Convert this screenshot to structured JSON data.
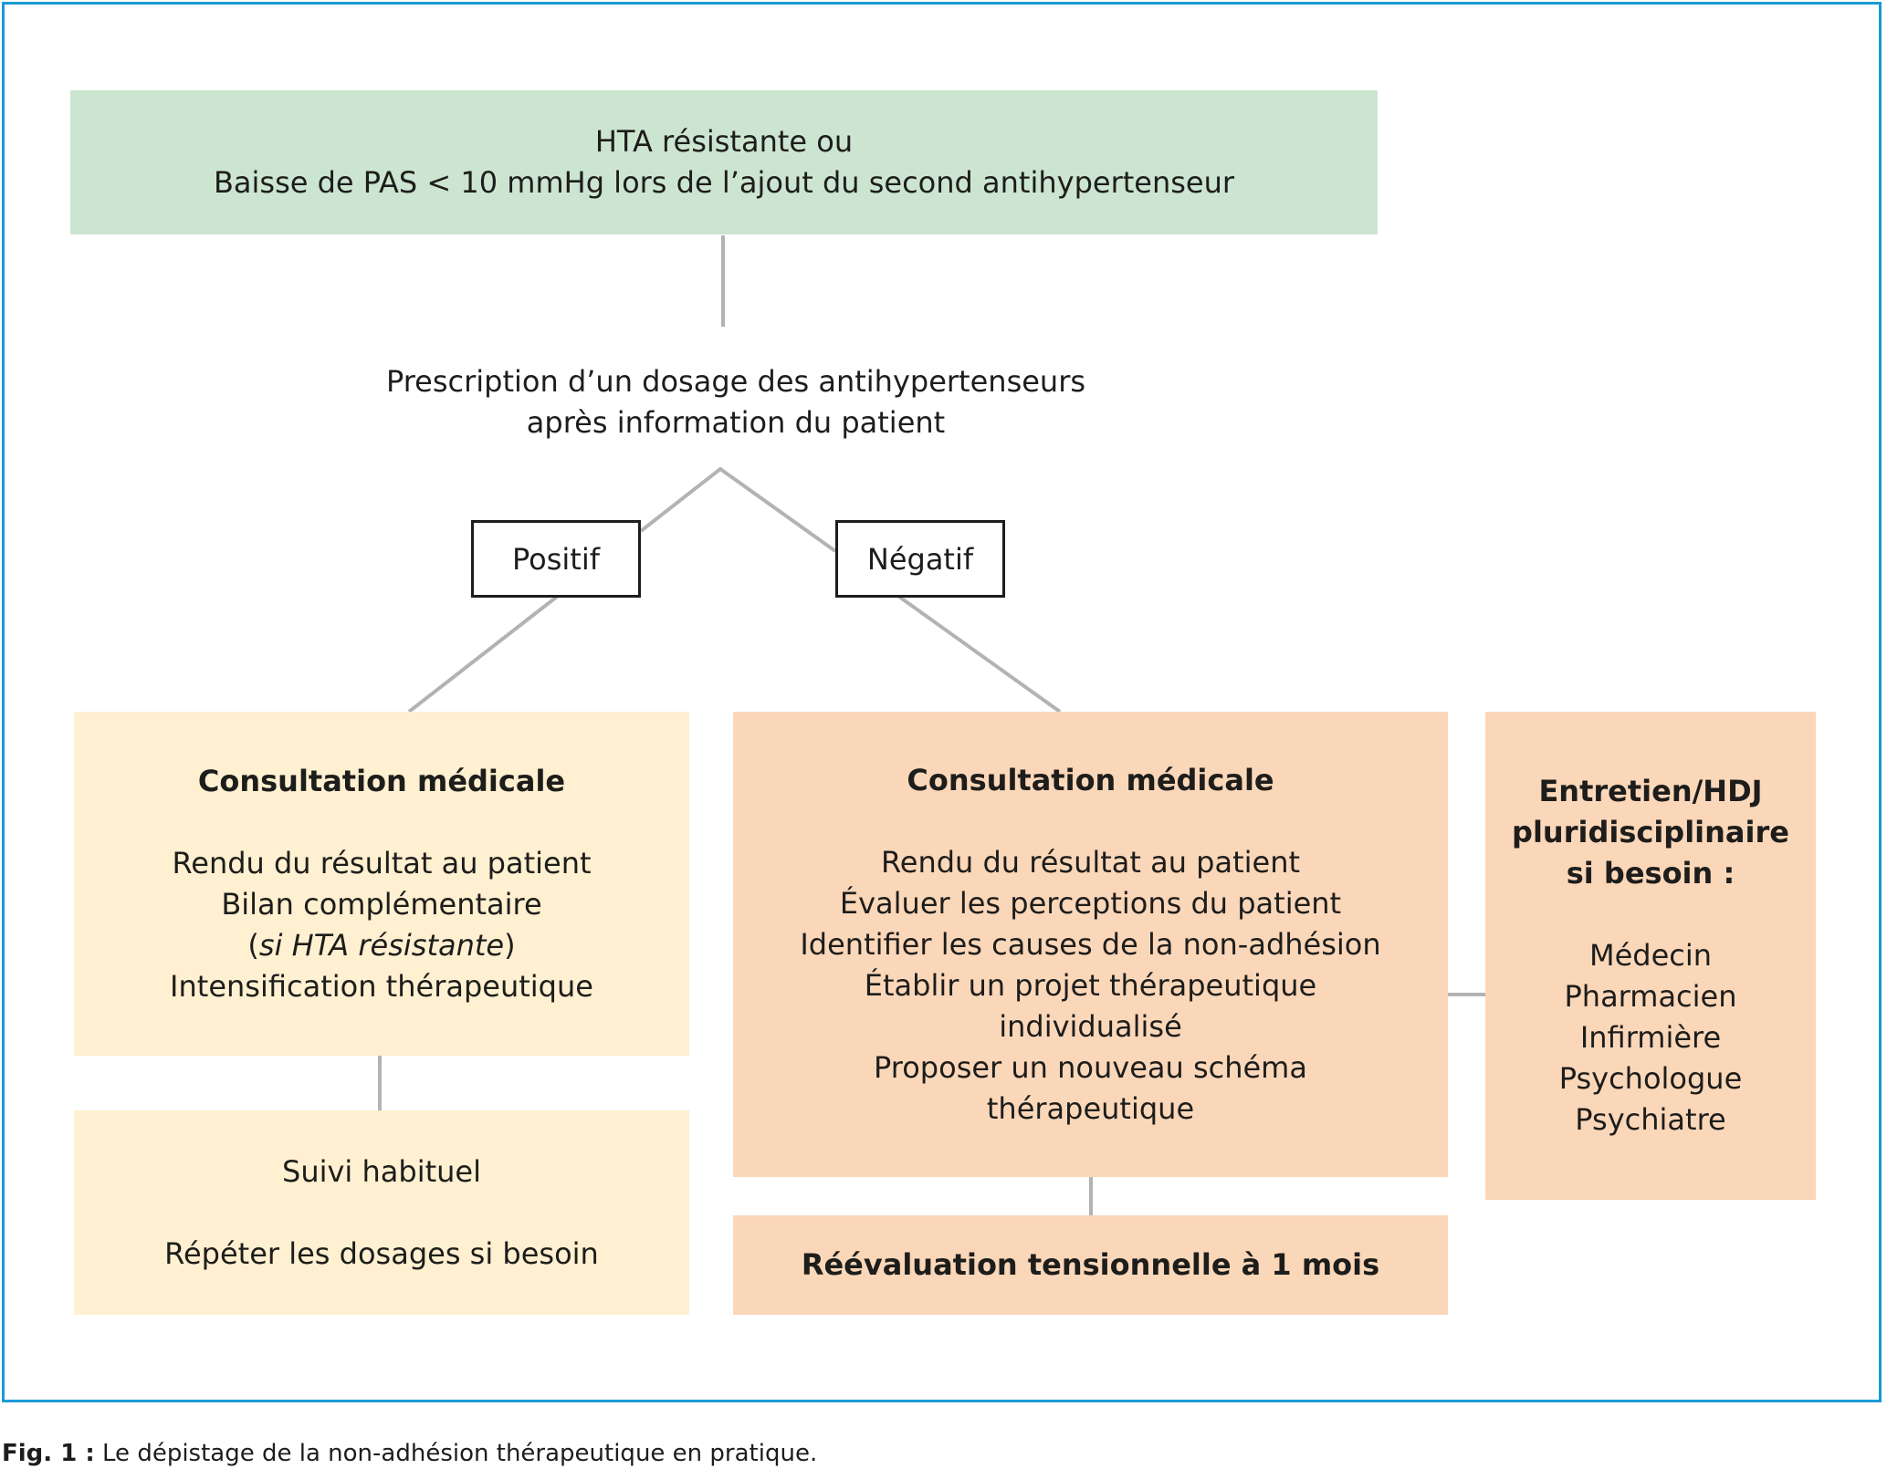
{
  "top_box": {
    "line1": "HTA résistante ou",
    "line2": "Baisse de PAS < 10 mmHg lors de l’ajout du second antihypertenseur"
  },
  "prescription": {
    "line1": "Prescription d’un dosage des antihypertenseurs",
    "line2": "après information du patient"
  },
  "branches": {
    "positive": "Positif",
    "negative": "Négatif"
  },
  "left_consult": {
    "title": "Consultation médicale",
    "items": [
      "Rendu du résultat au patient",
      "Bilan complémentaire"
    ],
    "note_open": "(",
    "note_italic": "si HTA résistante",
    "note_close": ")",
    "last": "Intensification thérapeutique"
  },
  "left_followup": {
    "line1": "Suivi habituel",
    "line2": "Répéter les dosages si besoin"
  },
  "right_consult": {
    "title": "Consultation médicale",
    "items": [
      "Rendu du résultat au patient",
      "Évaluer les perceptions du patient",
      "Identifier les causes de la non-adhésion",
      "Établir un projet thérapeutique",
      "individualisé",
      "Proposer un nouveau schéma",
      "thérapeutique"
    ]
  },
  "reevaluation": "Réévaluation tensionnelle à 1 mois",
  "multidisciplinary": {
    "title": [
      "Entretien/HDJ",
      "pluridisciplinaire",
      "si besoin :"
    ],
    "members": [
      "Médecin",
      "Pharmacien",
      "Infirmière",
      "Psychologue",
      "Psychiatre"
    ]
  },
  "caption": {
    "lead": "Fig. 1 :",
    "text": " Le dépistage de la non-adhésion thérapeutique en pratique."
  },
  "colors": {
    "frame": "#1a9ad6",
    "green": "#cce5d0",
    "yellow": "#fef0d0",
    "peach": "#fbd7b9",
    "connector": "#b3b3b3"
  }
}
